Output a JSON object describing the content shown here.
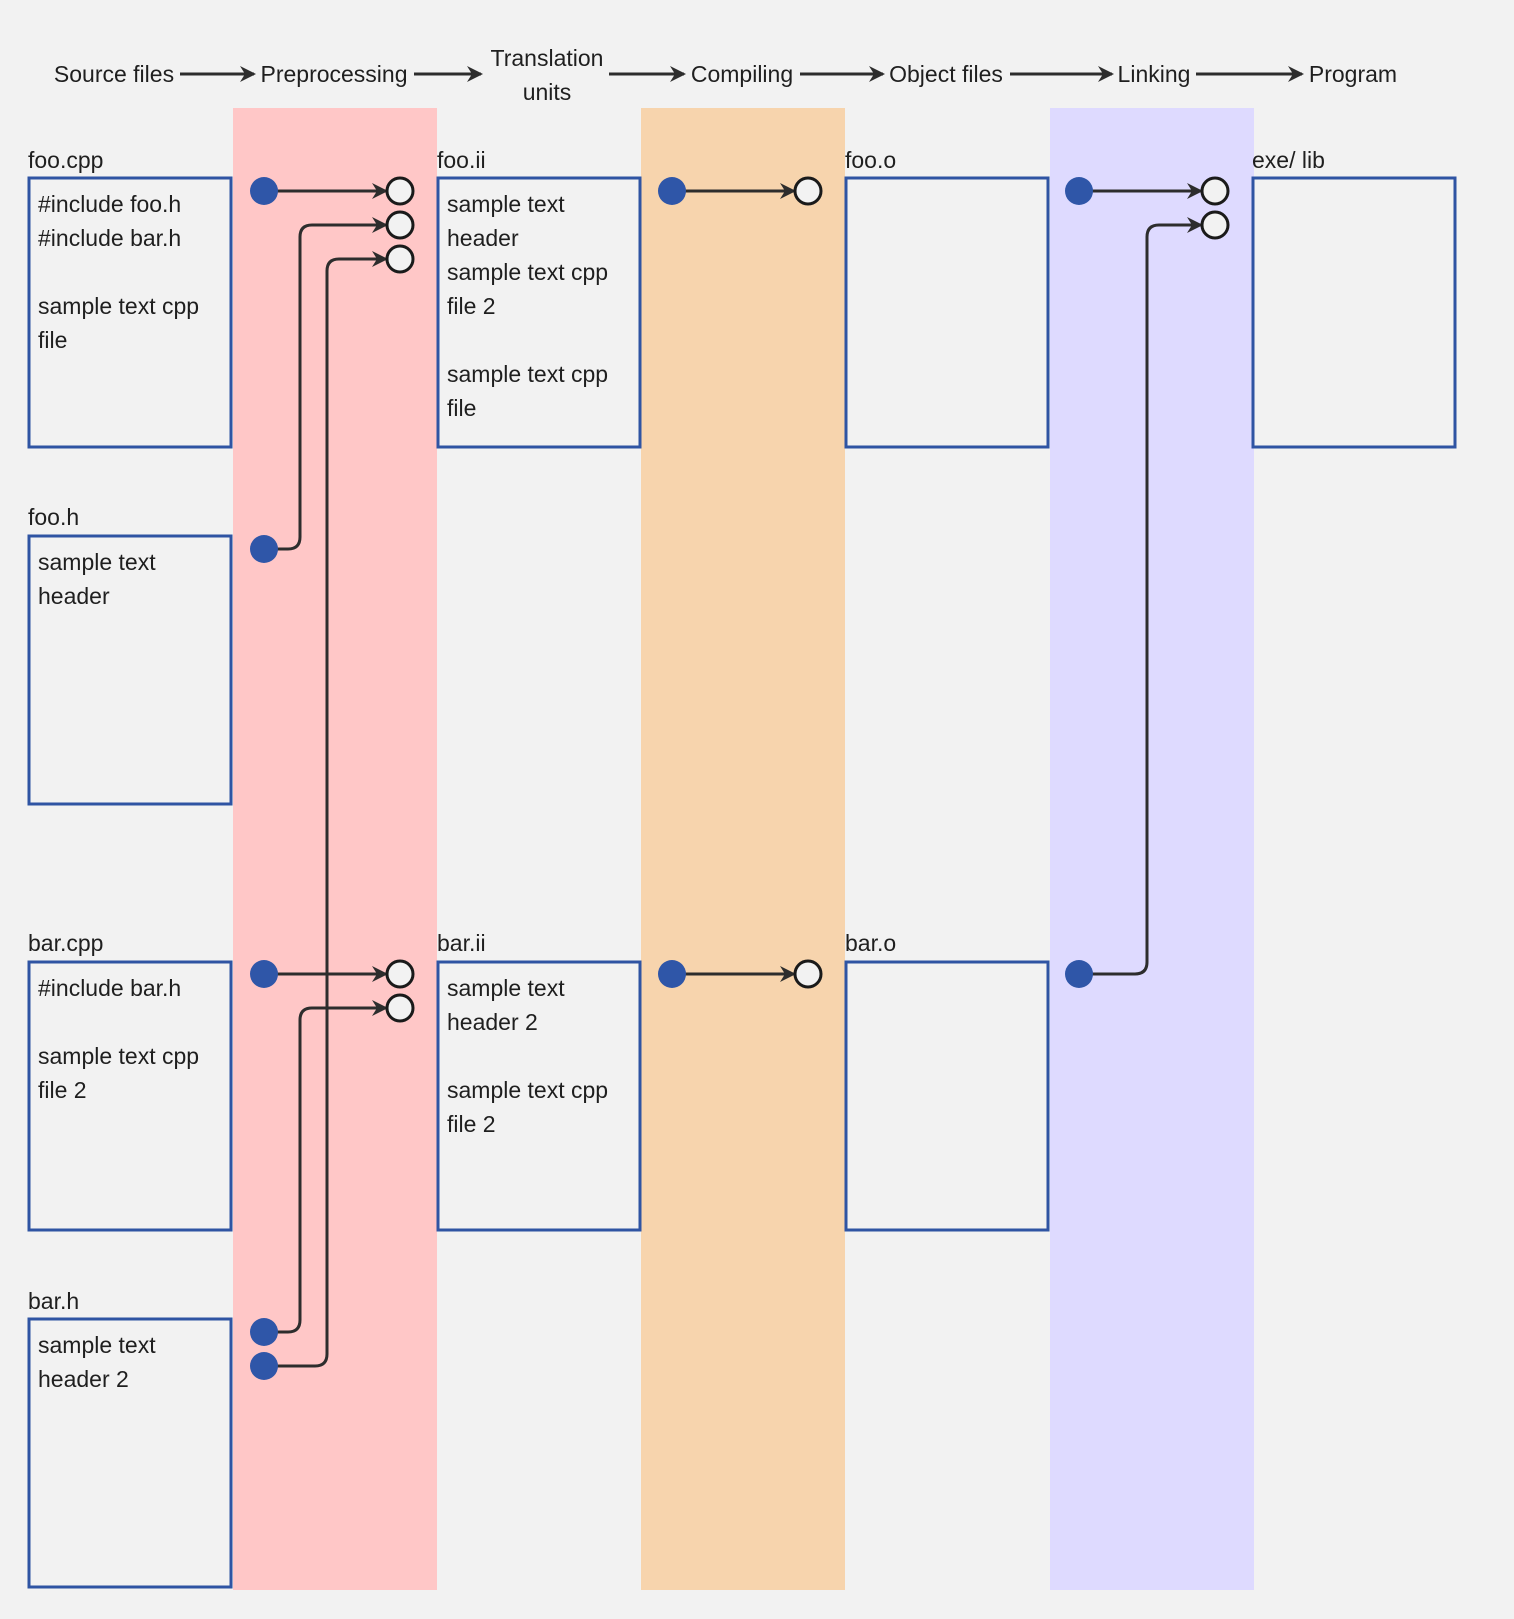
{
  "stages": [
    {
      "label": "Source files"
    },
    {
      "label": "Preprocessing"
    },
    {
      "label": "Translation units"
    },
    {
      "label": "Compiling"
    },
    {
      "label": "Object files"
    },
    {
      "label": "Linking"
    },
    {
      "label": "Program"
    }
  ],
  "colors": {
    "background": "#f2f2f2",
    "preprocessing_band": "#ffc7c7",
    "compiling_band": "#f7d4ad",
    "linking_band": "#dedaff",
    "box_border": "#2f54a3",
    "dot": "#2f56a8",
    "arrow": "#2d2d2d"
  },
  "files": {
    "foo_cpp": {
      "name": "foo.cpp",
      "lines": [
        "#include foo.h",
        "#include bar.h",
        "",
        "sample text cpp",
        "file"
      ]
    },
    "foo_h": {
      "name": "foo.h",
      "lines": [
        "sample text",
        "header"
      ]
    },
    "bar_cpp": {
      "name": "bar.cpp",
      "lines": [
        "#include bar.h",
        "",
        "sample text cpp",
        "file 2"
      ]
    },
    "bar_h": {
      "name": "bar.h",
      "lines": [
        "sample text",
        "header 2"
      ]
    },
    "foo_ii": {
      "name": "foo.ii",
      "lines": [
        "sample text",
        "header",
        "sample text cpp",
        "file 2",
        "",
        "sample text cpp",
        "file"
      ]
    },
    "bar_ii": {
      "name": "bar.ii",
      "lines": [
        "sample text",
        "header 2",
        "",
        "sample text cpp",
        "file 2"
      ]
    },
    "foo_o": {
      "name": "foo.o",
      "lines": []
    },
    "bar_o": {
      "name": "bar.o",
      "lines": []
    },
    "exe_lib": {
      "name": "exe/ lib",
      "lines": []
    }
  },
  "connections": [
    {
      "from": "foo.cpp",
      "to": "foo.ii",
      "stage": "Preprocessing"
    },
    {
      "from": "foo.h",
      "to": "foo.ii",
      "stage": "Preprocessing"
    },
    {
      "from": "bar.h",
      "to": "foo.ii",
      "stage": "Preprocessing"
    },
    {
      "from": "bar.cpp",
      "to": "bar.ii",
      "stage": "Preprocessing"
    },
    {
      "from": "bar.h",
      "to": "bar.ii",
      "stage": "Preprocessing"
    },
    {
      "from": "foo.ii",
      "to": "foo.o",
      "stage": "Compiling"
    },
    {
      "from": "bar.ii",
      "to": "bar.o",
      "stage": "Compiling"
    },
    {
      "from": "foo.o",
      "to": "exe/ lib",
      "stage": "Linking"
    },
    {
      "from": "bar.o",
      "to": "exe/ lib",
      "stage": "Linking"
    }
  ]
}
